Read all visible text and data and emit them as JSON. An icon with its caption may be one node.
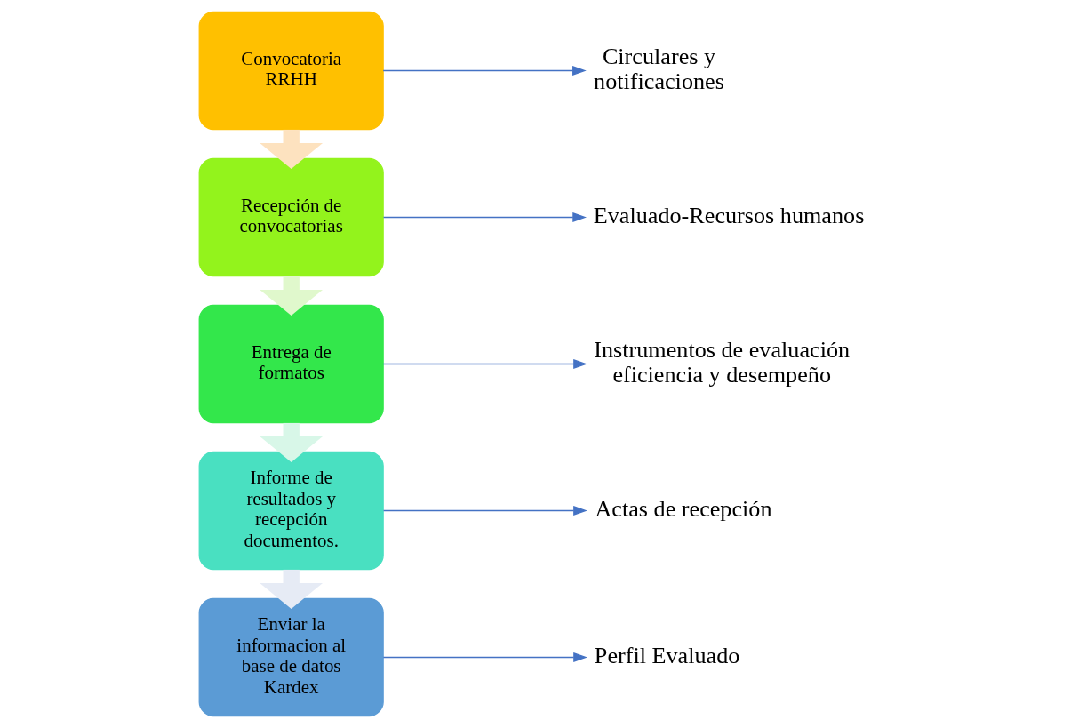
{
  "diagram": {
    "nodes": [
      {
        "text": [
          "Convocatoria RRHH"
        ]
      },
      {
        "text": [
          "Recepción de convocatorias"
        ]
      },
      {
        "text": [
          "Entrega de formatos"
        ]
      },
      {
        "text": [
          "Informe de resultados y recepción documentos."
        ]
      },
      {
        "text": [
          "Enviar la informacion al base de datos Kardex"
        ]
      },
      {
        "text": [
          "Circulares y notificaciones"
        ]
      },
      {
        "text": [
          "Evaluado-Recursos humanos"
        ]
      },
      {
        "text": [
          "Instrumentos de evaluación eficiencia y desempeño"
        ]
      },
      {
        "text": [
          "Actas de recepción"
        ]
      },
      {
        "text": [
          "Perfil Evaluado"
        ]
      }
    ],
    "edges": [
      {
        "from": 0,
        "to": 1,
        "arrow": "to",
        "style": "thick",
        "color": "#fde2bf"
      },
      {
        "from": 1,
        "to": 2,
        "arrow": "to",
        "style": "thick",
        "color": "#e0f8cc"
      },
      {
        "from": 2,
        "to": 3,
        "arrow": "to",
        "style": "thick",
        "color": "#d8f7e8"
      },
      {
        "from": 3,
        "to": 4,
        "arrow": "to",
        "style": "thick",
        "color": "#e6ebf5"
      },
      {
        "from": 0,
        "to": 5,
        "arrow": "to"
      },
      {
        "from": 1,
        "to": 6,
        "arrow": "to"
      },
      {
        "from": 2,
        "to": 7,
        "arrow": "to"
      },
      {
        "from": 3,
        "to": 8,
        "arrow": "to"
      },
      {
        "from": 4,
        "to": 9,
        "arrow": "to"
      }
    ]
  }
}
